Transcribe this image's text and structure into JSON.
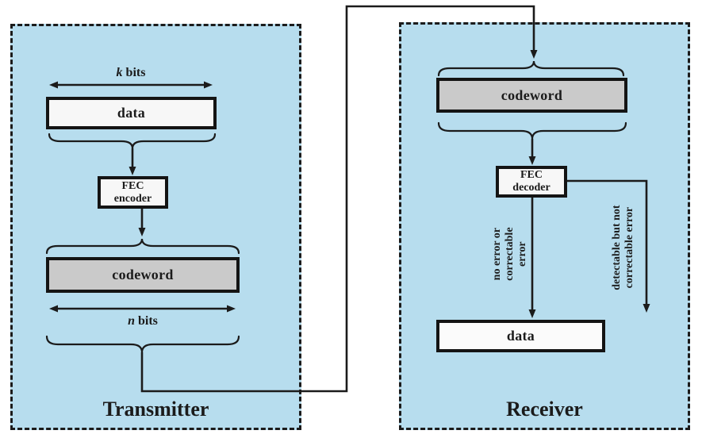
{
  "diagram": {
    "transmitter": {
      "title": "Transmitter",
      "k_bits": {
        "var": "k",
        "rest": " bits"
      },
      "n_bits": {
        "var": "n",
        "rest": " bits"
      },
      "data_box": "data",
      "encoder_line1": "FEC",
      "encoder_line2": "encoder",
      "codeword_box": "codeword"
    },
    "receiver": {
      "title": "Receiver",
      "codeword_box": "codeword",
      "decoder_line1": "FEC",
      "decoder_line2": "decoder",
      "data_box": "data",
      "ok_path_label": "no error or\ncorrectable\nerror",
      "fail_path_label": "detectable but not\ncorrectable error"
    },
    "colors": {
      "panel_fill": "#b7ddee",
      "codeword_fill": "#cacaca",
      "data_fill": "#f7f7f7",
      "line": "#1b1b1b"
    }
  }
}
